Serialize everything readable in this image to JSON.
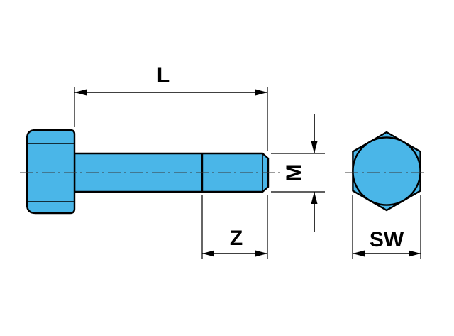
{
  "figure": {
    "labels": {
      "length": "L",
      "thread_size": "M",
      "thread_length": "Z",
      "width_across_flats": "SW"
    },
    "colors": {
      "bolt_fill": "#4ab6e8",
      "outline": "#000000",
      "background": "#ffffff"
    }
  }
}
